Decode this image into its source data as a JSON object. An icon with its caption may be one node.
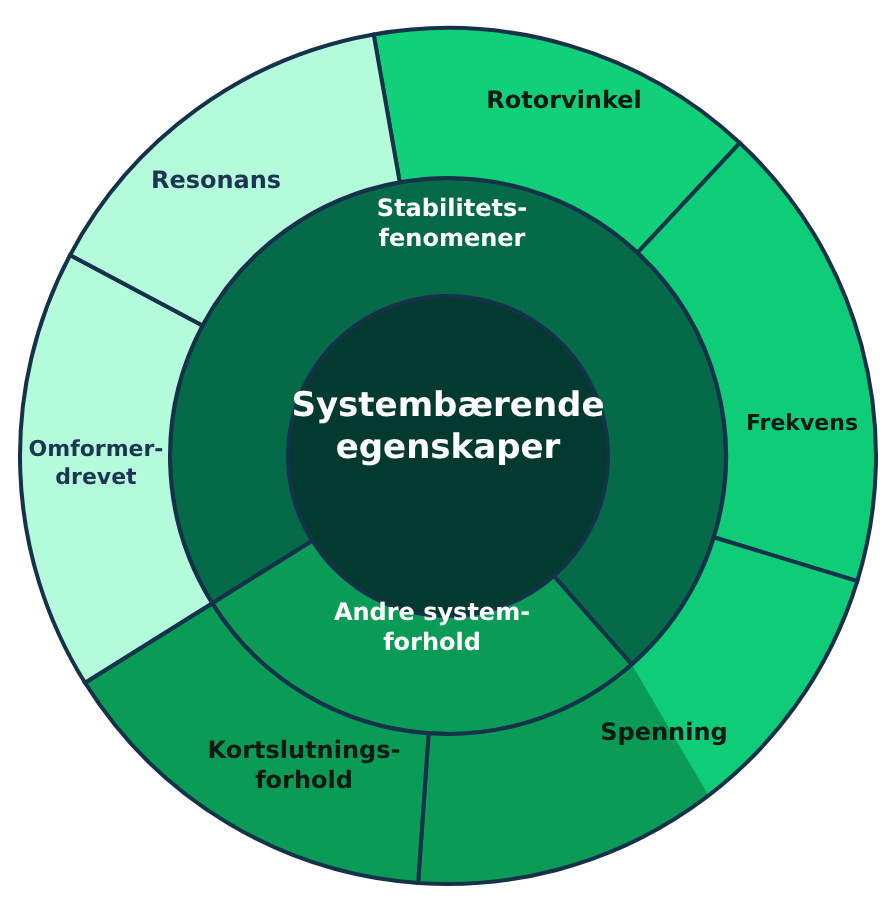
{
  "diagram": {
    "nodes": [
      {
        "text": [
          "Systembærende egenskaper"
        ]
      },
      {
        "text": [
          "Stabilitets- fenomener"
        ]
      },
      {
        "text": [
          "Andre system- forhold"
        ]
      },
      {
        "text": [
          "Rotorvinkel"
        ]
      },
      {
        "text": [
          "Frekvens"
        ]
      },
      {
        "text": [
          "Spenning"
        ]
      },
      {
        "text": [
          "Kortslutnings- forhold"
        ]
      },
      {
        "text": [
          "Omformer- drevet"
        ]
      },
      {
        "text": [
          "Resonans"
        ]
      }
    ],
    "edges": []
  }
}
